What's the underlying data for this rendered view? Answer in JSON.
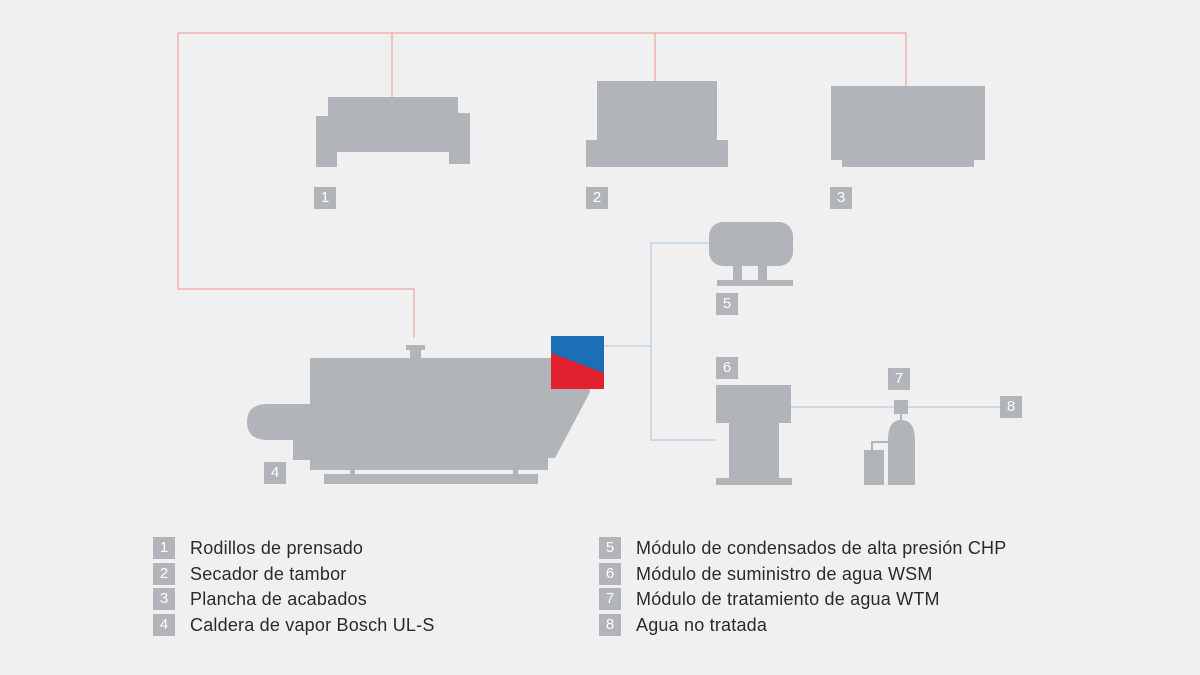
{
  "colors": {
    "background": "#f0f0f0",
    "equipment": "#b1b4b8",
    "steam_line": "#f2a39e",
    "water_line": "#b8cbe0",
    "logo_blue": "#1a6fb5",
    "logo_red": "#e3202e"
  },
  "markers": [
    "1",
    "2",
    "3",
    "4",
    "5",
    "6",
    "7",
    "8"
  ],
  "legend": {
    "left": [
      {
        "num": "1",
        "label": "Rodillos de prensado"
      },
      {
        "num": "2",
        "label": "Secador de tambor"
      },
      {
        "num": "3",
        "label": "Plancha de acabados"
      },
      {
        "num": "4",
        "label": "Caldera de vapor Bosch UL-S"
      }
    ],
    "right": [
      {
        "num": "5",
        "label": "Módulo de condensados de alta presión CHP"
      },
      {
        "num": "6",
        "label": "Módulo de suministro de agua WSM"
      },
      {
        "num": "7",
        "label": "Módulo de tratamiento de agua WTM"
      },
      {
        "num": "8",
        "label": "Agua no tratada"
      }
    ]
  }
}
